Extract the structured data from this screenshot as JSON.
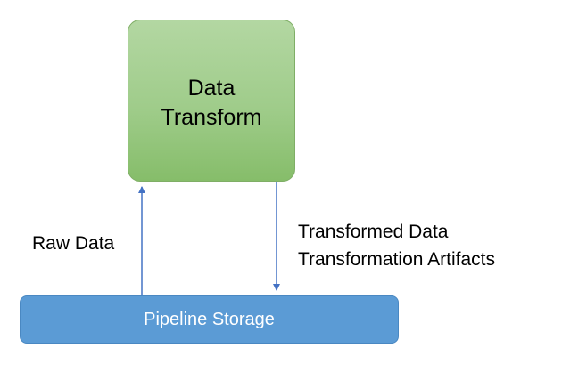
{
  "nodes": {
    "transform": {
      "line1": "Data",
      "line2": "Transform"
    },
    "storage": {
      "label": "Pipeline Storage"
    }
  },
  "edges": {
    "up": {
      "label": "Raw Data"
    },
    "down": {
      "line1": "Transformed Data",
      "line2": "Transformation Artifacts"
    }
  },
  "colors": {
    "transform_fill": "#a8d08d",
    "storage_fill": "#5b9bd5",
    "arrow": "#4472c4"
  }
}
